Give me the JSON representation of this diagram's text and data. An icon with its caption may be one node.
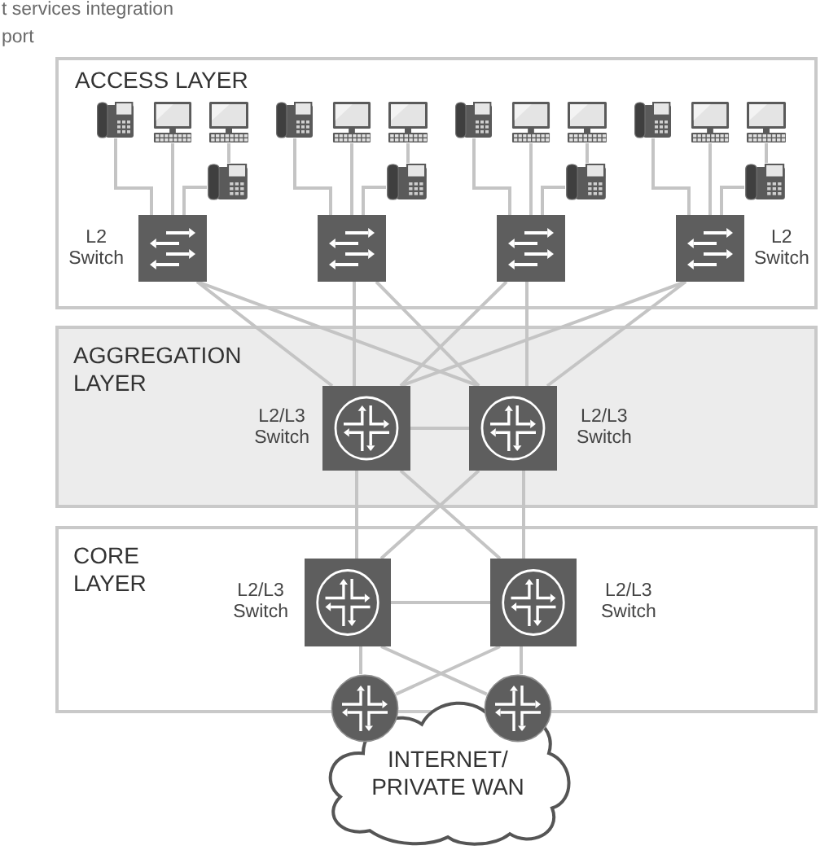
{
  "diagram": {
    "nodes": [
      {
        "text": [
          "ACCESS LAYER"
        ]
      },
      {
        "text": [],
        "shape": "picture",
        "in": 0
      },
      {
        "text": [],
        "shape": "picture",
        "in": 0
      },
      {
        "text": [],
        "shape": "picture",
        "in": 0
      },
      {
        "text": [],
        "shape": "picture",
        "in": 0
      },
      {
        "text": [],
        "shape": "picture",
        "in": 0
      },
      {
        "text": [],
        "shape": "picture",
        "in": 0
      },
      {
        "text": [],
        "shape": "picture",
        "in": 0
      },
      {
        "text": [],
        "shape": "picture",
        "in": 0
      },
      {
        "text": [],
        "shape": "picture",
        "in": 0
      },
      {
        "text": [],
        "shape": "picture",
        "in": 0
      },
      {
        "text": [],
        "shape": "picture",
        "in": 0
      },
      {
        "text": [],
        "shape": "picture",
        "in": 0
      },
      {
        "text": [],
        "shape": "picture",
        "in": 0
      },
      {
        "text": [],
        "shape": "picture",
        "in": 0
      },
      {
        "text": [],
        "shape": "picture",
        "in": 0
      },
      {
        "text": [],
        "shape": "picture",
        "in": 0
      },
      {
        "text": [],
        "shape": "picture",
        "in": 0,
        "beside": [
          "L2 Switch"
        ]
      },
      {
        "text": [],
        "shape": "picture",
        "in": 0
      },
      {
        "text": [],
        "shape": "picture",
        "in": 0
      },
      {
        "text": [],
        "shape": "picture",
        "in": 0,
        "beside": [
          "L2 Switch"
        ]
      },
      {
        "text": [
          "AGGREGATION LAYER"
        ]
      },
      {
        "text": [],
        "shape": "picture",
        "in": 21,
        "beside": [
          "L2/L3 Switch"
        ]
      },
      {
        "text": [],
        "shape": "picture",
        "in": 21,
        "beside": [
          "L2/L3 Switch"
        ]
      },
      {
        "text": [
          "CORE LAYER"
        ]
      },
      {
        "text": [],
        "shape": "picture",
        "in": 24,
        "beside": [
          "L2/L3 Switch"
        ]
      },
      {
        "text": [],
        "shape": "picture",
        "in": 24,
        "beside": [
          "L2/L3 Switch"
        ]
      },
      {
        "text": [],
        "shape": "picture"
      },
      {
        "text": [],
        "shape": "picture"
      },
      {
        "text": [
          "INTERNET/ PRIVATE WAN"
        ]
      }
    ],
    "edges": [
      {
        "from": 1,
        "to": 17,
        "arrow": "none"
      },
      {
        "from": 2,
        "to": 17,
        "arrow": "none"
      },
      {
        "from": 3,
        "to": 13,
        "arrow": "none"
      },
      {
        "from": 13,
        "to": 17,
        "arrow": "none"
      },
      {
        "from": 4,
        "to": 18,
        "arrow": "none"
      },
      {
        "from": 5,
        "to": 18,
        "arrow": "none"
      },
      {
        "from": 6,
        "to": 14,
        "arrow": "none"
      },
      {
        "from": 14,
        "to": 18,
        "arrow": "none"
      },
      {
        "from": 7,
        "to": 19,
        "arrow": "none"
      },
      {
        "from": 8,
        "to": 19,
        "arrow": "none"
      },
      {
        "from": 9,
        "to": 15,
        "arrow": "none"
      },
      {
        "from": 15,
        "to": 19,
        "arrow": "none"
      },
      {
        "from": 10,
        "to": 20,
        "arrow": "none"
      },
      {
        "from": 11,
        "to": 20,
        "arrow": "none"
      },
      {
        "from": 12,
        "to": 16,
        "arrow": "none"
      },
      {
        "from": 16,
        "to": 20,
        "arrow": "none"
      },
      {
        "from": 17,
        "to": 22,
        "arrow": "none"
      },
      {
        "from": 17,
        "to": 23,
        "arrow": "none"
      },
      {
        "from": 18,
        "to": 22,
        "arrow": "none"
      },
      {
        "from": 18,
        "to": 23,
        "arrow": "none"
      },
      {
        "from": 19,
        "to": 22,
        "arrow": "none"
      },
      {
        "from": 19,
        "to": 23,
        "arrow": "none"
      },
      {
        "from": 20,
        "to": 22,
        "arrow": "none"
      },
      {
        "from": 20,
        "to": 23,
        "arrow": "none"
      },
      {
        "from": 22,
        "to": 23,
        "arrow": "none"
      },
      {
        "from": 22,
        "to": 25,
        "arrow": "none"
      },
      {
        "from": 22,
        "to": 26,
        "arrow": "none"
      },
      {
        "from": 23,
        "to": 25,
        "arrow": "none"
      },
      {
        "from": 23,
        "to": 26,
        "arrow": "none"
      },
      {
        "from": 25,
        "to": 26,
        "arrow": "none"
      },
      {
        "from": 25,
        "to": 27,
        "arrow": "none"
      },
      {
        "from": 25,
        "to": 28,
        "arrow": "none"
      },
      {
        "from": 26,
        "to": 27,
        "arrow": "none"
      },
      {
        "from": 26,
        "to": 28,
        "arrow": "none"
      }
    ],
    "labels": [
      "t services integration",
      "port"
    ]
  }
}
